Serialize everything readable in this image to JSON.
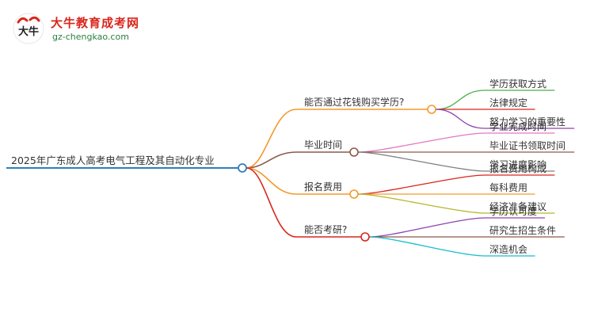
{
  "brand": {
    "name": "大牛教育成考网",
    "url": "gz-chengkao.com",
    "logo_glyph": "大牛"
  },
  "mindmap": {
    "root": "2025年广东成人高考电气工程及其自动化专业",
    "branches": [
      {
        "label": "能否通过花钱购买学历?",
        "color": "#f39a2c",
        "children": [
          {
            "label": "学历获取方式",
            "color": "#4cae4c"
          },
          {
            "label": "法律规定",
            "color": "#d9261c"
          },
          {
            "label": "努力学习的重要性",
            "color": "#8e44ad"
          }
        ]
      },
      {
        "label": "毕业时间",
        "color": "#8b5a4a",
        "children": [
          {
            "label": "学业完成时间",
            "color": "#e377c2"
          },
          {
            "label": "毕业证书领取时间",
            "color": "#8b5a4a"
          },
          {
            "label": "学习进度影响",
            "color": "#7f7f7f"
          }
        ]
      },
      {
        "label": "报名费用",
        "color": "#f39a2c",
        "children": [
          {
            "label": "报名费用构成",
            "color": "#d9261c"
          },
          {
            "label": "每科费用",
            "color": "#f39a2c"
          },
          {
            "label": "经济准备建议",
            "color": "#b5b82a"
          }
        ]
      },
      {
        "label": "能否考研?",
        "color": "#d9261c",
        "children": [
          {
            "label": "学历认可度",
            "color": "#8e44ad"
          },
          {
            "label": "研究生招生条件",
            "color": "#8b5a4a"
          },
          {
            "label": "深造机会",
            "color": "#17becf"
          }
        ]
      }
    ]
  }
}
